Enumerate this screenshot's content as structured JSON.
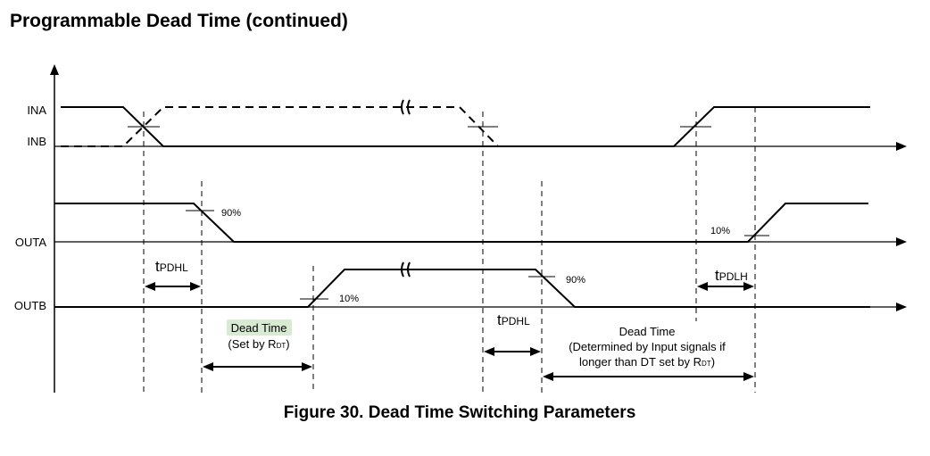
{
  "heading": "Programmable Dead Time (continued)",
  "caption": "Figure 30.  Dead Time Switching Parameters",
  "signals": {
    "ina": "INA",
    "inb": "INB",
    "outa": "OUTA",
    "outb": "OUTB"
  },
  "levels": {
    "p90_outa": "90%",
    "p10_outb": "10%",
    "p90_outb": "90%",
    "p10_outa": "10%"
  },
  "timing": {
    "tpdhl1": {
      "main": "t",
      "sub": "PDHL"
    },
    "tpdhl2": {
      "main": "t",
      "sub": "PDHL"
    },
    "tpdlh": {
      "main": "t",
      "sub": "PDLH"
    }
  },
  "dead_time_1": {
    "title": "Dead Time",
    "note_prefix": "(Set by R",
    "note_sub": "DT",
    "note_suffix": ")",
    "highlight_color": "#d9ead3"
  },
  "dead_time_2": {
    "title": "Dead Time",
    "line1": "(Determined by Input signals if",
    "line2_prefix": "longer than DT set by R",
    "line2_sub": "DT",
    "line2_suffix": ")"
  }
}
